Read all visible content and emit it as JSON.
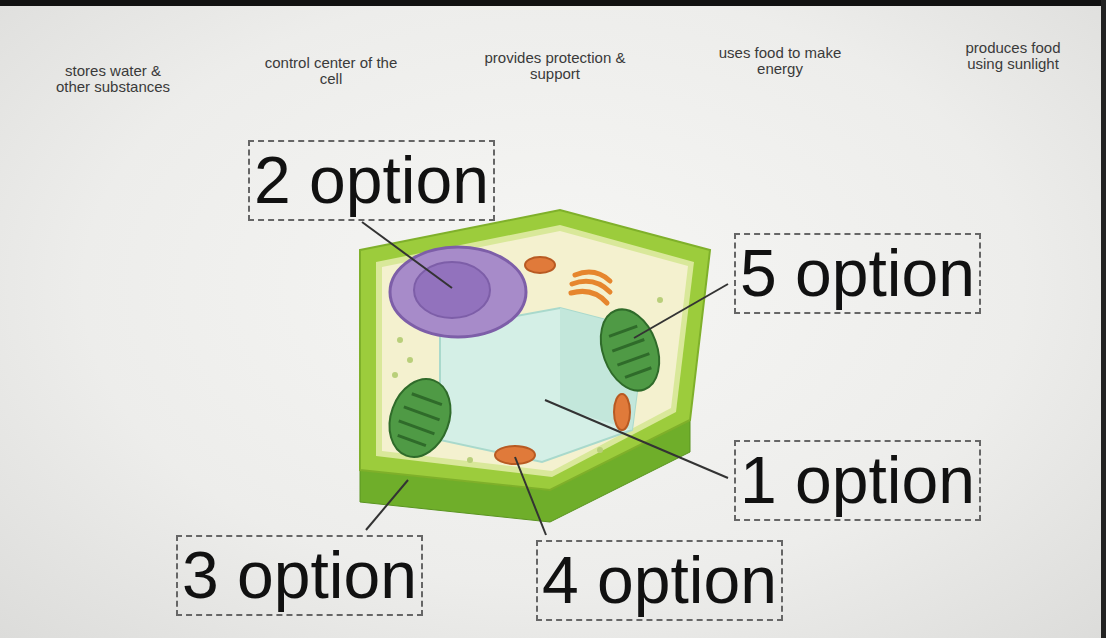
{
  "diagram": {
    "nodes": [
      {
        "text": [
          "2 option"
        ]
      },
      {
        "text": [
          "5 option"
        ]
      },
      {
        "text": [
          "1 option"
        ]
      },
      {
        "text": [
          "3 option"
        ]
      },
      {
        "text": [
          "4 option"
        ]
      }
    ],
    "labels": [
      "stores water & other substances",
      "control center of the cell",
      "provides protection & support",
      "uses food to make energy",
      "produces food using sunlight"
    ]
  }
}
